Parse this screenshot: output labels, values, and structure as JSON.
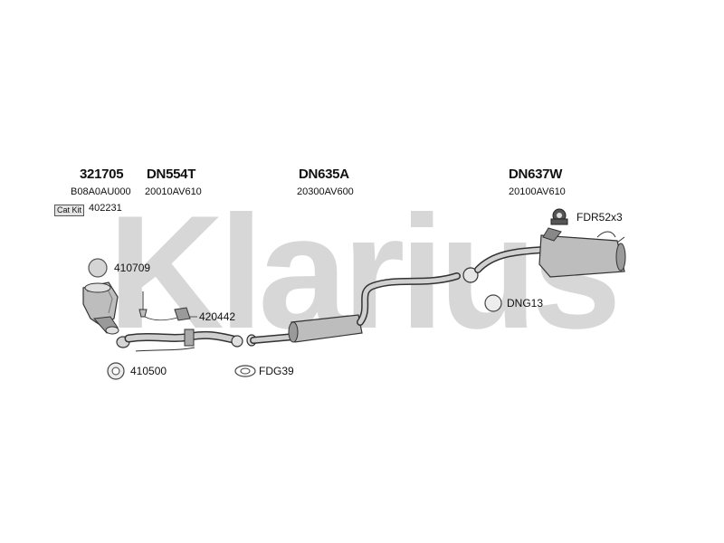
{
  "watermark": "Klarius",
  "colors": {
    "watermark": "#d7d7d7",
    "line": "#333333",
    "part_fill": "#bdbdbd",
    "part_dark": "#7a7a7a"
  },
  "groups": [
    {
      "code": "321705",
      "oem": "B08A0AU000"
    },
    {
      "code": "DN554T",
      "oem": "20010AV610"
    },
    {
      "code": "DN635A",
      "oem": "20300AV600"
    },
    {
      "code": "DN637W",
      "oem": "20100AV610"
    }
  ],
  "cat_kit": {
    "badge": "Cat Kit",
    "code": "402231"
  },
  "callouts": {
    "c410709": "410709",
    "c420442": "420442",
    "c410500": "410500",
    "cFDG39": "FDG39",
    "cDNG13": "DNG13",
    "cFDR52": "FDR52x3"
  }
}
